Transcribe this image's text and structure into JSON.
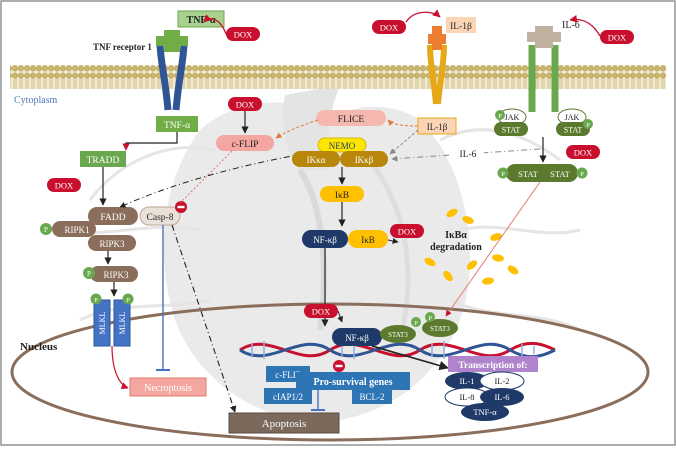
{
  "labels": {
    "tnf_receptor": "TNF receptor 1",
    "cytoplasm": "Cytoplasm",
    "nucleus": "Nucleus",
    "tnf_alpha_top": "TNF-α",
    "tnf_alpha_cyto": "TNF-α",
    "il1b_top": "IL-1β",
    "il1b_cyto": "IL-1β",
    "il6_top": "IL-6",
    "il6_cyto": "IL-6",
    "dox": "DOX",
    "tradd": "TRADD",
    "fadd": "FADD",
    "casp8": "Casp-8",
    "ripk1": "RIPK1",
    "ripk3_a": "RIPK3",
    "ripk3_b": "RIPK3",
    "mlkl": "MLKL",
    "p": "P",
    "cflip": "c-FLIP",
    "flice": "FLICE",
    "nemo": "NEMO",
    "ikka": "IKκα",
    "ikkb": "IKκβ",
    "ikb": "IκB",
    "nfkb": "NF-κβ",
    "ikba_degradation_1": "IκBα",
    "ikba_degradation_2": "degradation",
    "jak": "JAK",
    "stat": "STAT",
    "stat3": "STAT3",
    "necroptosis": "Necroptosis",
    "apoptosis": "Apoptosis",
    "pro_survival": "Pro-survival genes",
    "ciap": "cIAP1/2",
    "bcl2": "BCL-2",
    "transcription": "Transcription of:",
    "il1": "IL-1",
    "il2": "IL-2",
    "il8": "IL-8",
    "il6_nuc": "IL-6",
    "tnfa_nuc": "TNF-α"
  },
  "colors": {
    "dox": "#c8102e",
    "green": "#6aa84f",
    "olive": "#5b7a2e",
    "gold": "#e6a817",
    "navy": "#1f3a68",
    "pink": "#f4a6a0",
    "brown": "#8a6d5a",
    "membrane": "#d8c88a"
  }
}
